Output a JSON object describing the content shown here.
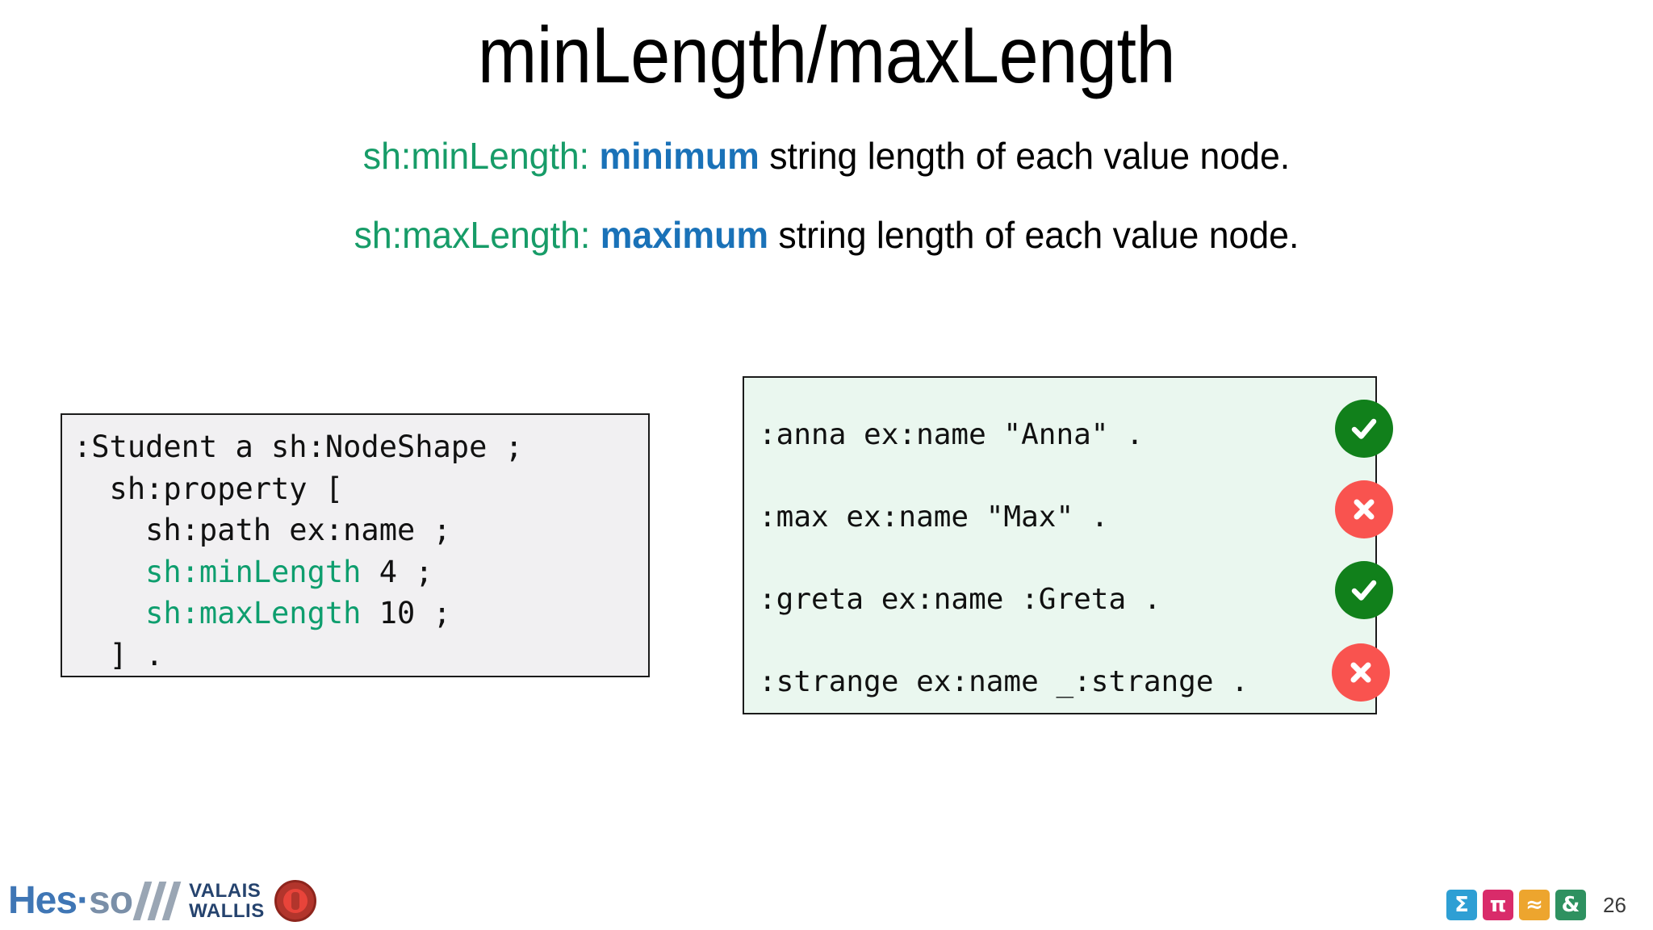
{
  "slide": {
    "title": "minLength/maxLength",
    "number": "26"
  },
  "subtitles": [
    {
      "term": "sh:minLength: ",
      "emphasis": "minimum",
      "rest": " string length of each value node."
    },
    {
      "term": "sh:maxLength: ",
      "emphasis": "maximum",
      "rest": " string length of each value node."
    }
  ],
  "shape_code": {
    "line_1": ":Student a sh:NodeShape ;",
    "line_2": "  sh:property [",
    "line_3": "    sh:path ex:name ;",
    "line_4_keyword": "    sh:minLength",
    "line_4_rest": " 4 ;",
    "line_5_keyword": "    sh:maxLength",
    "line_5_rest": " 10 ;",
    "line_6": "  ] ."
  },
  "data_rows": [
    {
      "triple": ":anna ex:name \"Anna\" .",
      "status": "valid",
      "badge": "check-icon"
    },
    {
      "triple": ":max ex:name \"Max\" .",
      "status": "invalid",
      "badge": "cross-icon"
    },
    {
      "triple": ":greta ex:name :Greta .",
      "status": "valid",
      "badge": "check-icon"
    },
    {
      "triple": ":strange ex:name _:strange .",
      "status": "invalid",
      "badge": "cross-icon"
    }
  ],
  "footer": {
    "logo_hes": "Hes",
    "logo_sep": "·",
    "logo_so": "so",
    "logo_valais": "VALAIS",
    "logo_wallis": "WALLIS"
  },
  "icon_strip": {
    "sigma": "Σ",
    "pi": "π",
    "wave": "≈",
    "amp": "&"
  },
  "colors": {
    "green_term": "#179c68",
    "blue_emphasis": "#1a72b8",
    "code_green": "#0e9e6e",
    "valid_badge": "#11801b",
    "invalid_badge": "#f9534f",
    "shape_box_bg": "#f1f0f2",
    "data_box_bg": "#eaf7ef"
  }
}
